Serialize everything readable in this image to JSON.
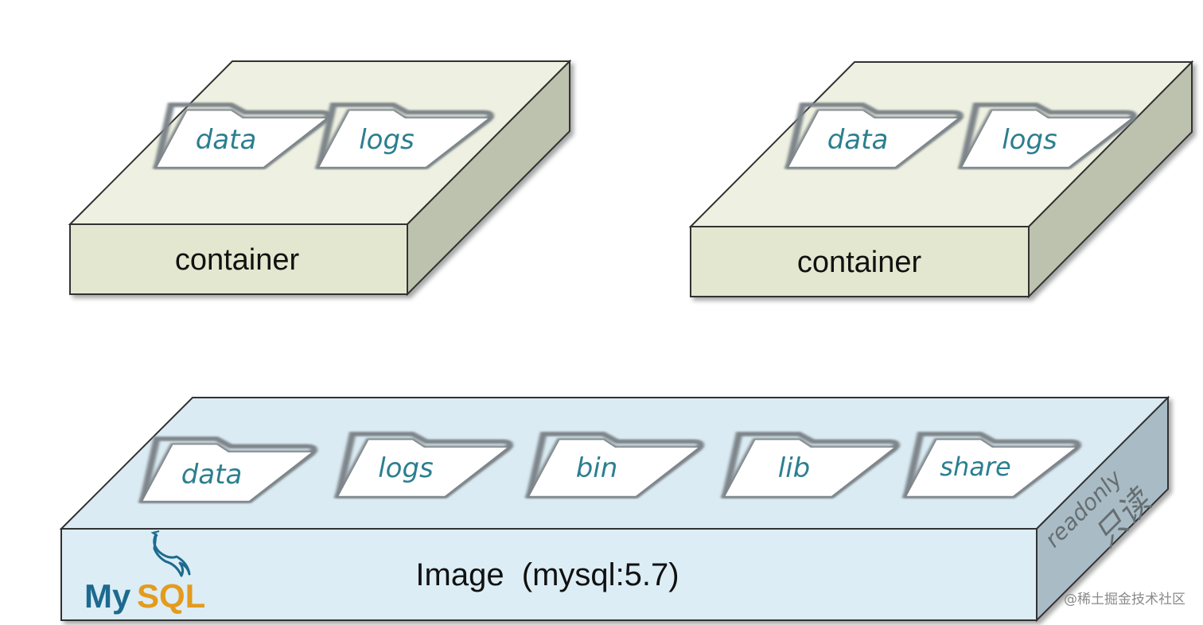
{
  "containers": [
    {
      "label": "container",
      "folders": [
        "data",
        "logs"
      ]
    },
    {
      "label": "container",
      "folders": [
        "data",
        "logs"
      ]
    }
  ],
  "image": {
    "label": "Image  (mysql:5.7)",
    "folders": [
      "data",
      "logs",
      "bin",
      "lib",
      "share"
    ],
    "readonly_en": "readonly",
    "readonly_cn": "只读",
    "logo_my": "My",
    "logo_sql": "SQL"
  },
  "watermark": "@稀土掘金技术社区",
  "colors": {
    "container_top": "#eef1e1",
    "container_front": "#e3e7cf",
    "container_side": "#bcc2ae",
    "image_top": "#daebf3",
    "image_front": "#dcedf5",
    "image_side": "#a9bcc5",
    "folder_text": "#2b7f8f",
    "mysql_blue": "#1d6a8f",
    "mysql_orange": "#e49b1d"
  },
  "icons": [
    "folder-icon",
    "dolphin-icon"
  ]
}
